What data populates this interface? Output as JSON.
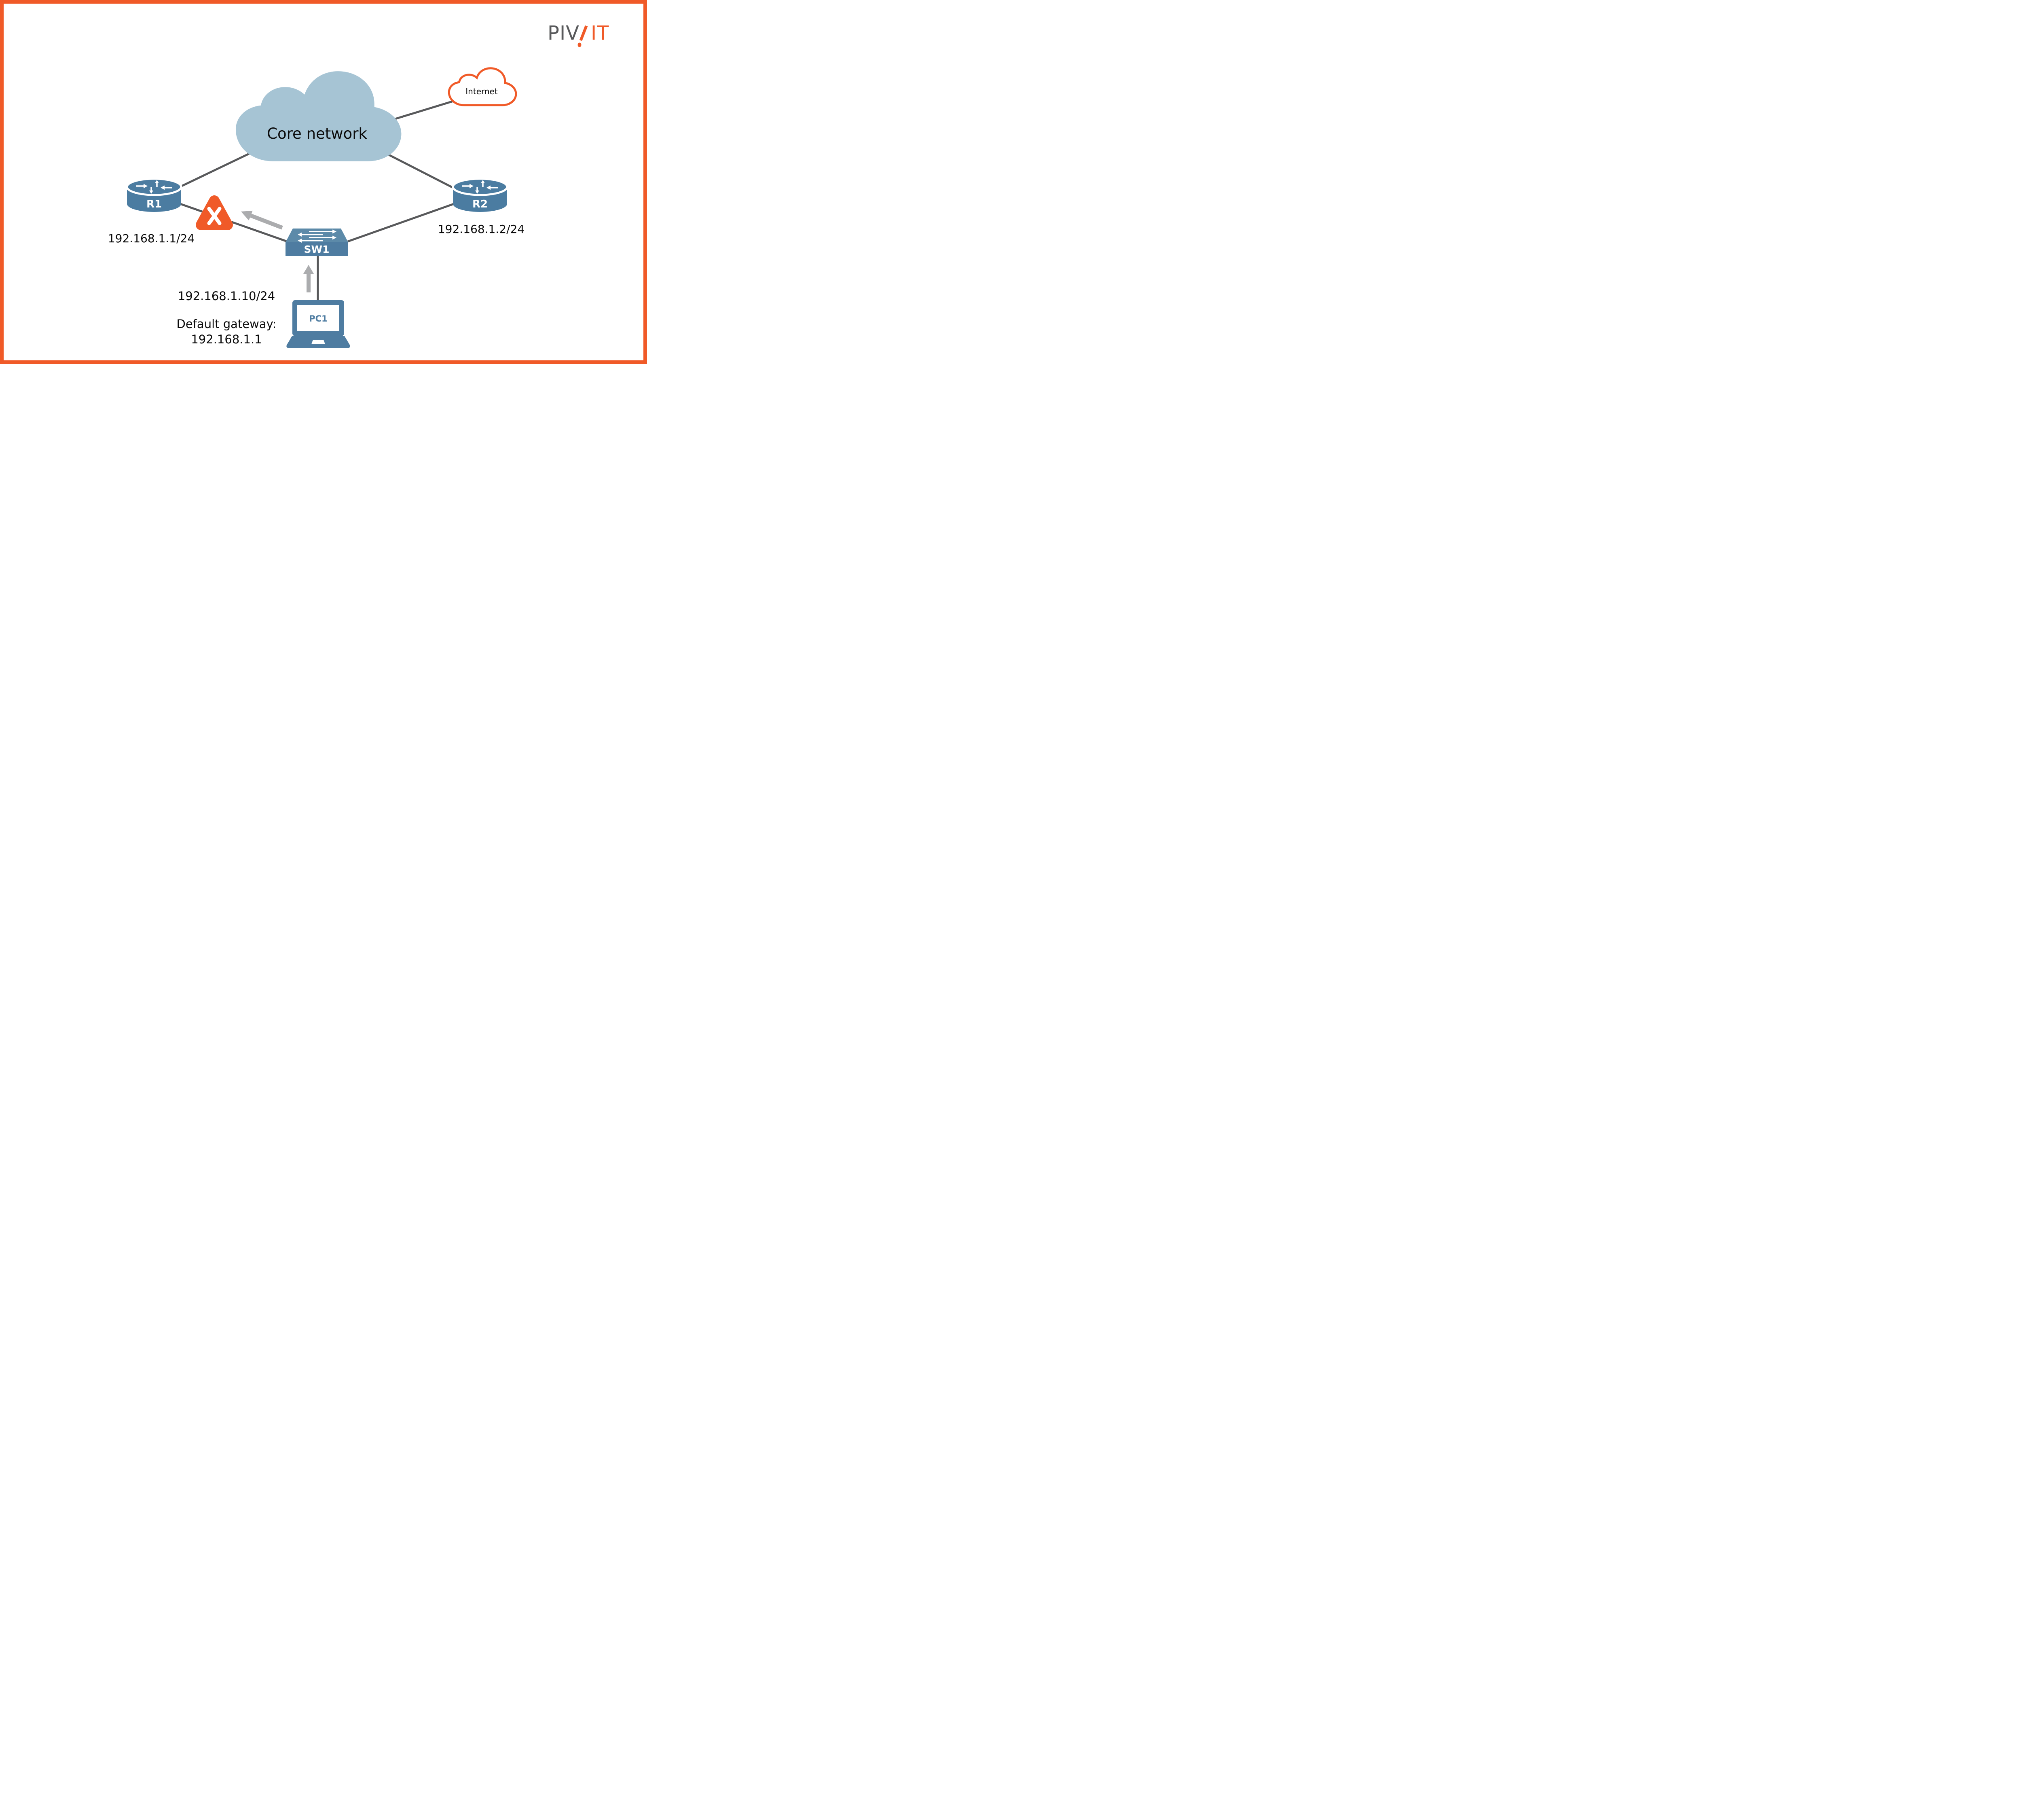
{
  "logo": {
    "gray_text": "PIV",
    "orange_text": "IT",
    "gray": "#58595B",
    "orange": "#F05A28"
  },
  "clouds": {
    "core": {
      "label": "Core network",
      "fill": "#A6C4D4"
    },
    "internet": {
      "label": "Internet",
      "stroke": "#F05A28",
      "fill": "#FFFFFF"
    }
  },
  "devices": {
    "r1": {
      "label": "R1",
      "ip": "192.168.1.1/24",
      "color": "#4B7CA1",
      "type": "router"
    },
    "r2": {
      "label": "R2",
      "ip": "192.168.1.2/24",
      "color": "#4B7CA1",
      "type": "router"
    },
    "sw1": {
      "label": "SW1",
      "top_color": "#5C8AA9",
      "front_color": "#4E7CA1",
      "type": "switch"
    },
    "pc1": {
      "label": "PC1",
      "ip": "192.168.1.10/24",
      "gateway_label": "Default gateway:",
      "gateway_ip": "192.168.1.1",
      "color": "#4E7CA1",
      "type": "laptop"
    }
  },
  "failure": {
    "symbol": "X",
    "color": "#F05A28",
    "location": "link R1-SW1"
  },
  "palette": {
    "line": "#58595B",
    "arrow": "#ABACAE",
    "text": "#000000",
    "border": "#F05A28",
    "background": "#FFFFFF"
  }
}
